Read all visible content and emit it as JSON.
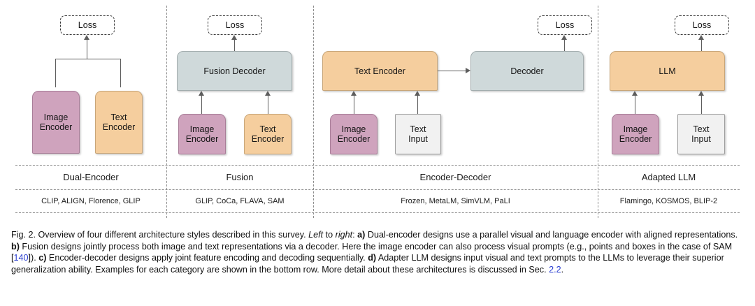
{
  "figure": {
    "panels": [
      {
        "id": "dual-encoder",
        "style_label": "Dual-Encoder",
        "examples": "CLIP, ALIGN, Florence, GLIP",
        "nodes": [
          {
            "name": "loss",
            "label": "Loss",
            "kind": "loss"
          },
          {
            "name": "image-encoder",
            "label": "Image\nEncoder",
            "kind": "pink"
          },
          {
            "name": "text-encoder",
            "label": "Text\nEncoder",
            "kind": "orange"
          }
        ]
      },
      {
        "id": "fusion",
        "style_label": "Fusion",
        "examples": "GLIP, CoCa, FLAVA, SAM",
        "nodes": [
          {
            "name": "loss",
            "label": "Loss",
            "kind": "loss"
          },
          {
            "name": "fusion-decoder",
            "label": "Fusion Decoder",
            "kind": "blue"
          },
          {
            "name": "image-encoder",
            "label": "Image\nEncoder",
            "kind": "pink"
          },
          {
            "name": "text-encoder",
            "label": "Text\nEncoder",
            "kind": "orange"
          }
        ]
      },
      {
        "id": "encoder-decoder",
        "style_label": "Encoder-Decoder",
        "examples": "Frozen, MetaLM, SimVLM, PaLI",
        "nodes": [
          {
            "name": "loss",
            "label": "Loss",
            "kind": "loss"
          },
          {
            "name": "text-encoder",
            "label": "Text Encoder",
            "kind": "orange"
          },
          {
            "name": "decoder",
            "label": "Decoder",
            "kind": "blue"
          },
          {
            "name": "image-encoder",
            "label": "Image\nEncoder",
            "kind": "pink"
          },
          {
            "name": "text-input",
            "label": "Text\nInput",
            "kind": "white"
          }
        ]
      },
      {
        "id": "adapted-llm",
        "style_label": "Adapted LLM",
        "examples": "Flamingo, KOSMOS, BLIP-2",
        "nodes": [
          {
            "name": "loss",
            "label": "Loss",
            "kind": "loss"
          },
          {
            "name": "llm",
            "label": "LLM",
            "kind": "orange"
          },
          {
            "name": "image-encoder",
            "label": "Image\nEncoder",
            "kind": "pink"
          },
          {
            "name": "text-input",
            "label": "Text\nInput",
            "kind": "white"
          }
        ]
      }
    ],
    "colors": {
      "pink": "#cfa3bd",
      "orange": "#f5ce9e",
      "blue": "#cfd9da",
      "white": "#f1f1f1",
      "divider": "#8d8d8d",
      "arrow": "#5d5d5d",
      "reference_link": "#2b3fd0"
    }
  },
  "caption": {
    "figure_number": "Fig. 2.",
    "text_1": " Overview of four different architecture styles described in this survey. ",
    "em_left": "Left",
    "text_to": " to ",
    "em_right": "right",
    "text_2": ": ",
    "label_a": "a)",
    "text_a": " Dual-encoder designs use a parallel visual and language encoder with aligned representations. ",
    "label_b": "b)",
    "text_b": " Fusion designs jointly process both image and text representations via a decoder. Here the image encoder can also process visual prompts (e.g., points and boxes in the case of SAM [",
    "ref_140": "140",
    "text_b2": "]). ",
    "label_c": "c)",
    "text_c": " Encoder-decoder designs apply joint feature encoding and decoding sequentially. ",
    "label_d": "d)",
    "text_d": " Adapter LLM designs input visual and text prompts to the LLMs to leverage their superior generalization ability. Examples for each category are shown in the bottom row. More detail about these architectures is discussed in Sec. ",
    "ref_sec": "2.2",
    "text_end": "."
  }
}
